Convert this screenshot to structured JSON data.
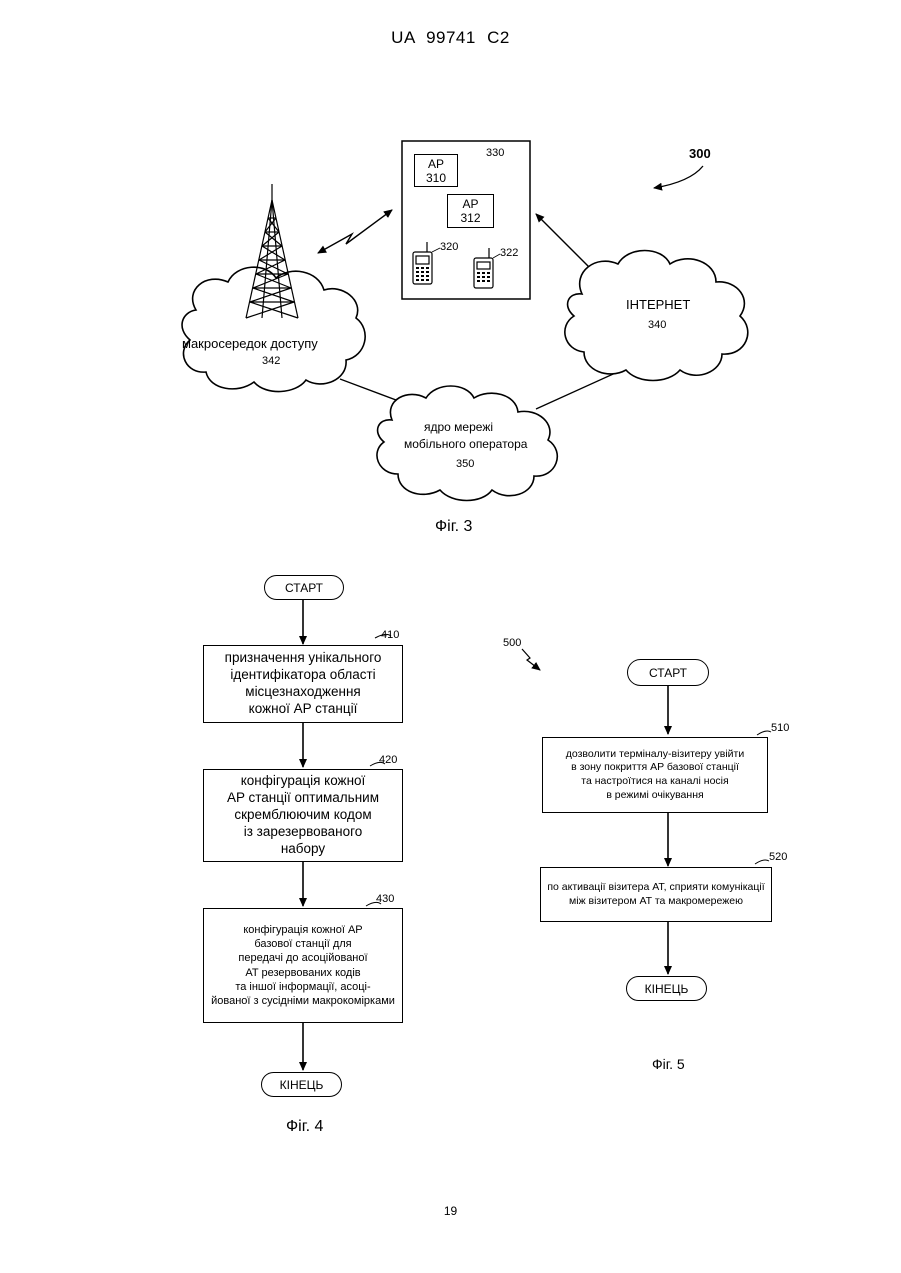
{
  "header": {
    "text": "UA   99741   C2"
  },
  "page_number": "19",
  "fig3": {
    "caption": "Фіг. 3",
    "ref_main": "300",
    "building_ref": "330",
    "ap1": {
      "line1": "AP",
      "line2": "310"
    },
    "ap2": {
      "line1": "AP",
      "line2": "312"
    },
    "phone1_ref": "320",
    "phone2_ref": "322",
    "internet": {
      "label": "ІНТЕРНЕТ",
      "ref": "340"
    },
    "macro": {
      "label": "макросередок доступу",
      "ref": "342"
    },
    "core": {
      "line1": "ядро мережі",
      "line2": "мобільного оператора",
      "ref": "350"
    }
  },
  "fig4": {
    "caption": "Фіг. 4",
    "start": "СТАРТ",
    "end": "КІНЕЦЬ",
    "step410": {
      "ref": "410",
      "lines": [
        "призначення унікального",
        "ідентифікатора області",
        "місцезнаходження",
        "кожної AP станції"
      ]
    },
    "step420": {
      "ref": "420",
      "lines": [
        "конфігурація кожної",
        "AP станції оптимальним",
        "скремблюючим кодом",
        "із зарезервованого",
        "набору"
      ]
    },
    "step430": {
      "ref": "430",
      "lines": [
        "конфігурація кожної AP",
        "базової станції для",
        "передачі до асоційованої",
        "AT резервованих кодів",
        "та іншої інформації, асоці-",
        "йованої з сусідніми макрокомірками"
      ]
    }
  },
  "fig5": {
    "caption": "Фіг. 5",
    "ref_main": "500",
    "start": "СТАРТ",
    "end": "КІНЕЦЬ",
    "step510": {
      "ref": "510",
      "lines": [
        "дозволити терміналу-візитеру увійти",
        "в зону покриття AP базової станції",
        "та настроїтися на каналі носія",
        "в режимі очікування"
      ]
    },
    "step520": {
      "ref": "520",
      "lines": [
        "по активації візитера AT, сприяти комунікації",
        "між візитером AT та макромережею"
      ]
    }
  }
}
